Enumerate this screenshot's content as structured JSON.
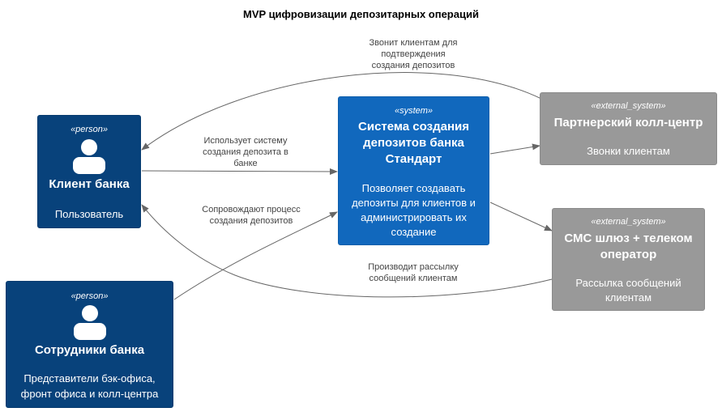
{
  "title": "MVP цифровизации депозитарных операций",
  "nodes": {
    "client": {
      "stereotype": "«person»",
      "name": "Клиент банка",
      "description": "Пользователь"
    },
    "employees": {
      "stereotype": "«person»",
      "name": "Сотрудники банка",
      "description_line1": "Представители бэк-офиса,",
      "description_line2": "фронт офиса и колл-центра"
    },
    "system": {
      "stereotype": "«system»",
      "name_line1": "Система создания",
      "name_line2": "депозитов банка",
      "name_line3": "Стандарт",
      "description_line1": "Позволяет создавать",
      "description_line2": "депозиты для клиентов и",
      "description_line3": "администрировать их",
      "description_line4": "создание"
    },
    "callcenter": {
      "stereotype": "«external_system»",
      "name": "Партнерский колл-центр",
      "description": "Звонки клиентам"
    },
    "sms": {
      "stereotype": "«external_system»",
      "name_line1": "СМС шлюз + телеком",
      "name_line2": "оператор",
      "description_line1": "Рассылка сообщений",
      "description_line2": "клиентам"
    }
  },
  "relations": {
    "callcenter_to_client": {
      "line1": "Звонит клиентам для",
      "line2": "подтверждения",
      "line3": "создания депозитов"
    },
    "client_to_system": {
      "line1": "Использует систему",
      "line2": "создания депозита в",
      "line3": "банке"
    },
    "employees_to_system": {
      "line1": "Сопровождают процесс",
      "line2": "создания депозитов"
    },
    "sms_to_client": {
      "line1": "Производит рассылку",
      "line2": "сообщений клиентам"
    }
  },
  "colors": {
    "person": "#08427b",
    "system": "#1168bd",
    "external_system": "#999999",
    "edge": "#666666"
  },
  "icons": {
    "person": "person-icon"
  }
}
